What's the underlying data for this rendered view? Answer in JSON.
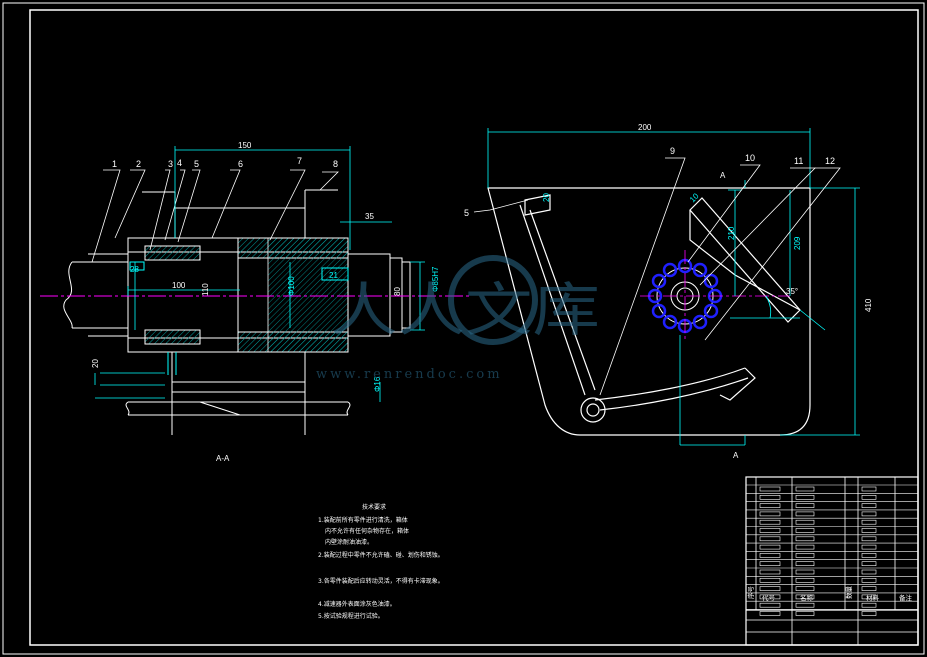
{
  "colors": {
    "background": "#000000",
    "line": "#ffffff",
    "dimension": "#00ffff",
    "centerline": "#ff00ff",
    "hatch": "#00a0a0",
    "gear": "#2020ff",
    "watermark": "#2a6a8a"
  },
  "left_view": {
    "part_numbers": [
      "1",
      "2",
      "3",
      "4",
      "5",
      "6",
      "7",
      "8"
    ],
    "dimensions": {
      "overall_width": "150",
      "right_offset": "35",
      "length_100": "100",
      "dia_110": "110",
      "dia_80": "80",
      "small_20": "20",
      "small_28": "28",
      "small_21": "21",
      "fit_1": "Φ85H7",
      "fit_2": "Φ100",
      "fit_3": "Φ16"
    },
    "section_label": "A-A"
  },
  "right_view": {
    "part_numbers": [
      "5",
      "9",
      "10",
      "11",
      "12"
    ],
    "dimensions": {
      "width_200": "200",
      "height_410": "410",
      "angle": "35°",
      "dim_210": "210",
      "dim_209": "209",
      "dim_20": "20",
      "dim_10": "10"
    },
    "section_mark_top": "A",
    "section_mark_bottom": "A"
  },
  "tech_requirements": {
    "title": "技术要求",
    "items": [
      "1.装配前所有零件进行清洗，箱体",
      "内不允许有任何杂物存在，箱体",
      "内壁涂耐油油漆。",
      "2.装配过程中零件不允许磕、碰、划伤和锈蚀。",
      "3.各零件装配后应转动灵活，不得有卡滞现象。",
      "4.减速器外表面涂灰色油漆。",
      "5.按试验规程进行试验。"
    ]
  },
  "title_block": {
    "headers": [
      "序号",
      "代号",
      "名称",
      "数量",
      "材料",
      "备注"
    ]
  },
  "watermark": {
    "text": "人人文库",
    "url": "www.renrendoc.com"
  }
}
